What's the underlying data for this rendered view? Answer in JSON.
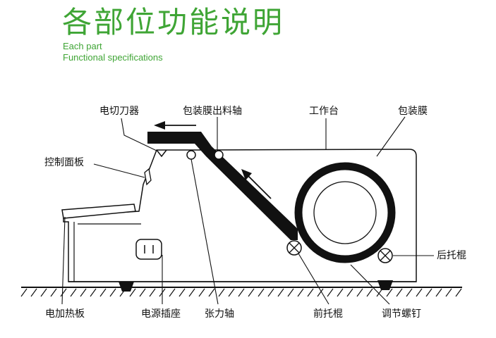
{
  "header": {
    "title": "各部位功能说明",
    "subtitle_line1": "Each part",
    "subtitle_line2": "Functional specifications"
  },
  "labels": {
    "cutter": "电切刀器",
    "film_outlet_shaft": "包装膜出料轴",
    "worktable": "工作台",
    "film": "包装膜",
    "control_panel": "控制面板",
    "rear_roller": "后托棍",
    "heating_plate": "电加热板",
    "power_socket": "电源插座",
    "tension_shaft": "张力轴",
    "front_roller": "前托棍",
    "adjust_screw": "调节螺钉"
  },
  "colors": {
    "title": "#3fa535",
    "line": "#111111"
  }
}
